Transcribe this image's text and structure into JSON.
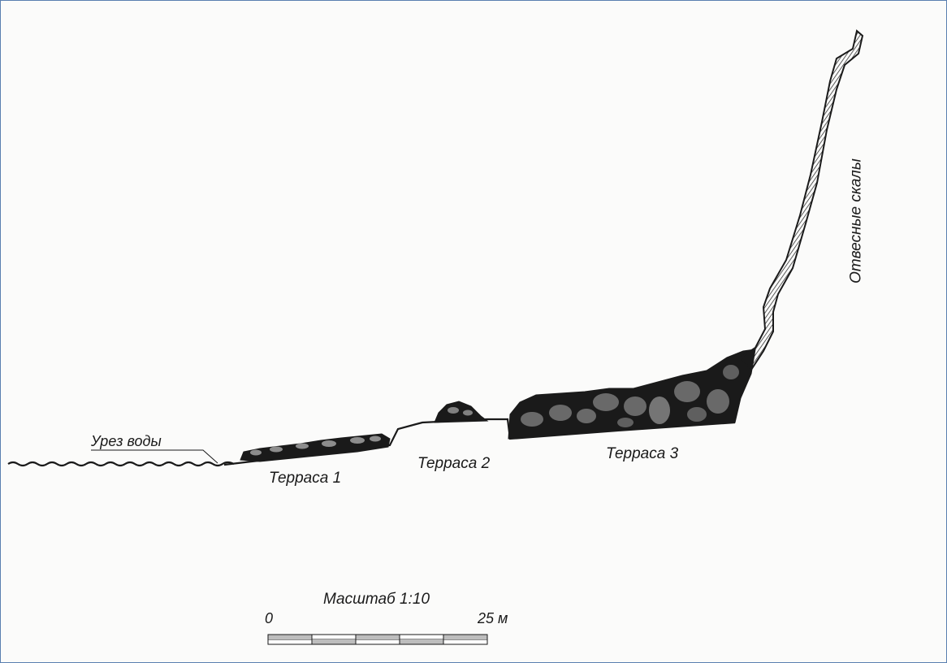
{
  "labels": {
    "water_edge": "Урез воды",
    "terrace_1": "Терраса 1",
    "terrace_2": "Терраса 2",
    "terrace_3": "Терраса 3",
    "cliffs": "Отвесные скалы"
  },
  "scale": {
    "title": "Масштаб 1:10",
    "start": "0",
    "end": "25 м"
  },
  "colors": {
    "ink": "#1a1a1a",
    "frame": "#5a7fb0",
    "paper": "#fbfbfa"
  }
}
